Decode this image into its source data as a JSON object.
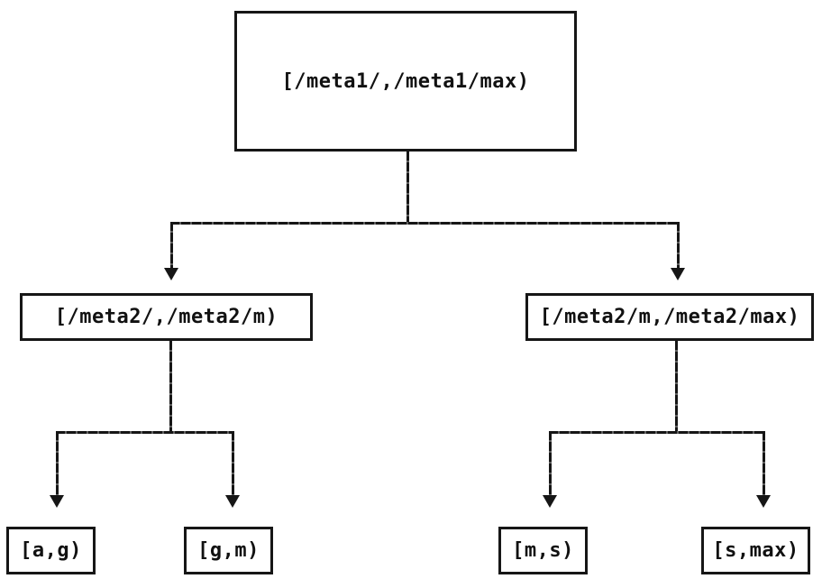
{
  "diagram": {
    "type": "tree",
    "description": "Two-level partition tree of key ranges",
    "background_color": "#ffffff",
    "line_color": "#161616",
    "text_color": "#111111",
    "nodes": [
      {
        "id": "root",
        "level": 0,
        "label": "[/meta1/,/meta1/max)"
      },
      {
        "id": "meta2-left",
        "level": 1,
        "label": "[/meta2/,/meta2/m)"
      },
      {
        "id": "meta2-right",
        "level": 1,
        "label": "[/meta2/m,/meta2/max)"
      },
      {
        "id": "leaf-ag",
        "level": 2,
        "label": "[a,g)"
      },
      {
        "id": "leaf-gm",
        "level": 2,
        "label": "[g,m)"
      },
      {
        "id": "leaf-ms",
        "level": 2,
        "label": "[m,s)"
      },
      {
        "id": "leaf-smax",
        "level": 2,
        "label": "[s,max)"
      }
    ],
    "edges": [
      {
        "from": "root",
        "to": "meta2-left",
        "arrow": "down"
      },
      {
        "from": "root",
        "to": "meta2-right",
        "arrow": "down"
      },
      {
        "from": "meta2-left",
        "to": "leaf-ag",
        "arrow": "down"
      },
      {
        "from": "meta2-left",
        "to": "leaf-gm",
        "arrow": "down"
      },
      {
        "from": "meta2-right",
        "to": "leaf-ms",
        "arrow": "down"
      },
      {
        "from": "meta2-right",
        "to": "leaf-smax",
        "arrow": "down"
      }
    ]
  }
}
